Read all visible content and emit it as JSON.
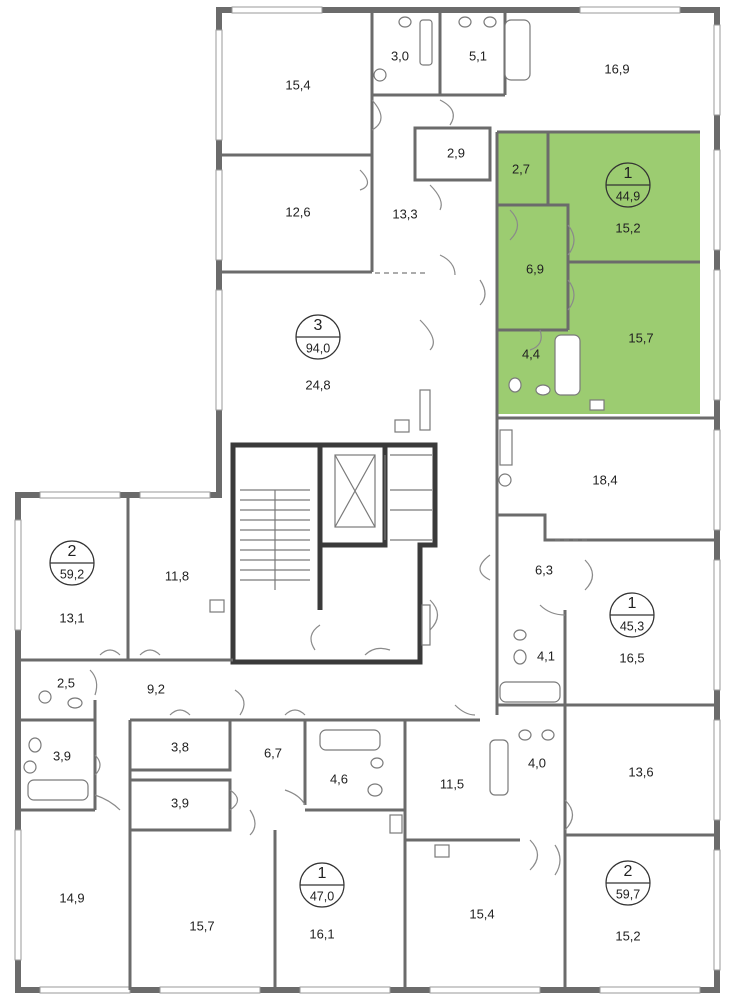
{
  "highlight_color": "#9ccc71",
  "wall_color": "#6b6b6b",
  "apartments": [
    {
      "id": "apt-3-94",
      "rooms": "3",
      "area": "94,0"
    },
    {
      "id": "apt-1-44",
      "rooms": "1",
      "area": "44,9",
      "highlighted": true
    },
    {
      "id": "apt-2-59-2",
      "rooms": "2",
      "area": "59,2"
    },
    {
      "id": "apt-1-45",
      "rooms": "1",
      "area": "45,3"
    },
    {
      "id": "apt-1-47",
      "rooms": "1",
      "area": "47,0"
    },
    {
      "id": "apt-2-59-7",
      "rooms": "2",
      "area": "59,7"
    }
  ],
  "rooms": {
    "r_15_4_top": "15,4",
    "r_3_0": "3,0",
    "r_5_1": "5,1",
    "r_16_9": "16,9",
    "r_2_9": "2,9",
    "r_12_6": "12,6",
    "r_13_3": "13,3",
    "r_24_8": "24,8",
    "r_2_7": "2,7",
    "r_15_2_top": "15,2",
    "r_6_9": "6,9",
    "r_4_4": "4,4",
    "r_15_7_right": "15,7",
    "r_18_4": "18,4",
    "r_6_3": "6,3",
    "r_4_1": "4,1",
    "r_16_5": "16,5",
    "r_4_0": "4,0",
    "r_13_6": "13,6",
    "r_13_1": "13,1",
    "r_11_8": "11,8",
    "r_2_5": "2,5",
    "r_9_2": "9,2",
    "r_3_9_left": "3,9",
    "r_3_8": "3,8",
    "r_3_9_mid": "3,9",
    "r_6_7": "6,7",
    "r_4_6": "4,6",
    "r_11_5": "11,5",
    "r_14_9": "14,9",
    "r_15_7_bottom": "15,7",
    "r_16_1": "16,1",
    "r_15_4_bottom": "15,4",
    "r_15_2_bottom": "15,2"
  }
}
